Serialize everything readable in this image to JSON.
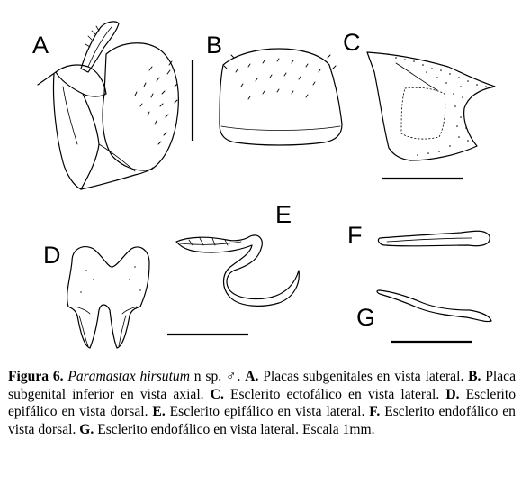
{
  "figure": {
    "panel_labels": [
      "A",
      "B",
      "C",
      "D",
      "E",
      "F",
      "G"
    ],
    "caption": {
      "figure_label": "Figura 6.",
      "species": "Paramastax hirsutum",
      "species_suffix": " n sp. ♂. ",
      "parts": [
        {
          "key": "A.",
          "text": " Placas subgenitales en vista lateral. "
        },
        {
          "key": "B.",
          "text": " Placa subgenital inferior en vista axial. "
        },
        {
          "key": "C.",
          "text": " Esclerito ectofálico en vista lateral. "
        },
        {
          "key": "D.",
          "text": " Esclerito epifálico en vista dorsal. "
        },
        {
          "key": "E.",
          "text": " Esclerito epifálico en vista lateral. "
        },
        {
          "key": "F.",
          "text": " Esclerito endofálico en vista dorsal. "
        },
        {
          "key": "G.",
          "text": " Esclerito endofálico en vista lateral. Escala 1mm."
        }
      ]
    }
  }
}
